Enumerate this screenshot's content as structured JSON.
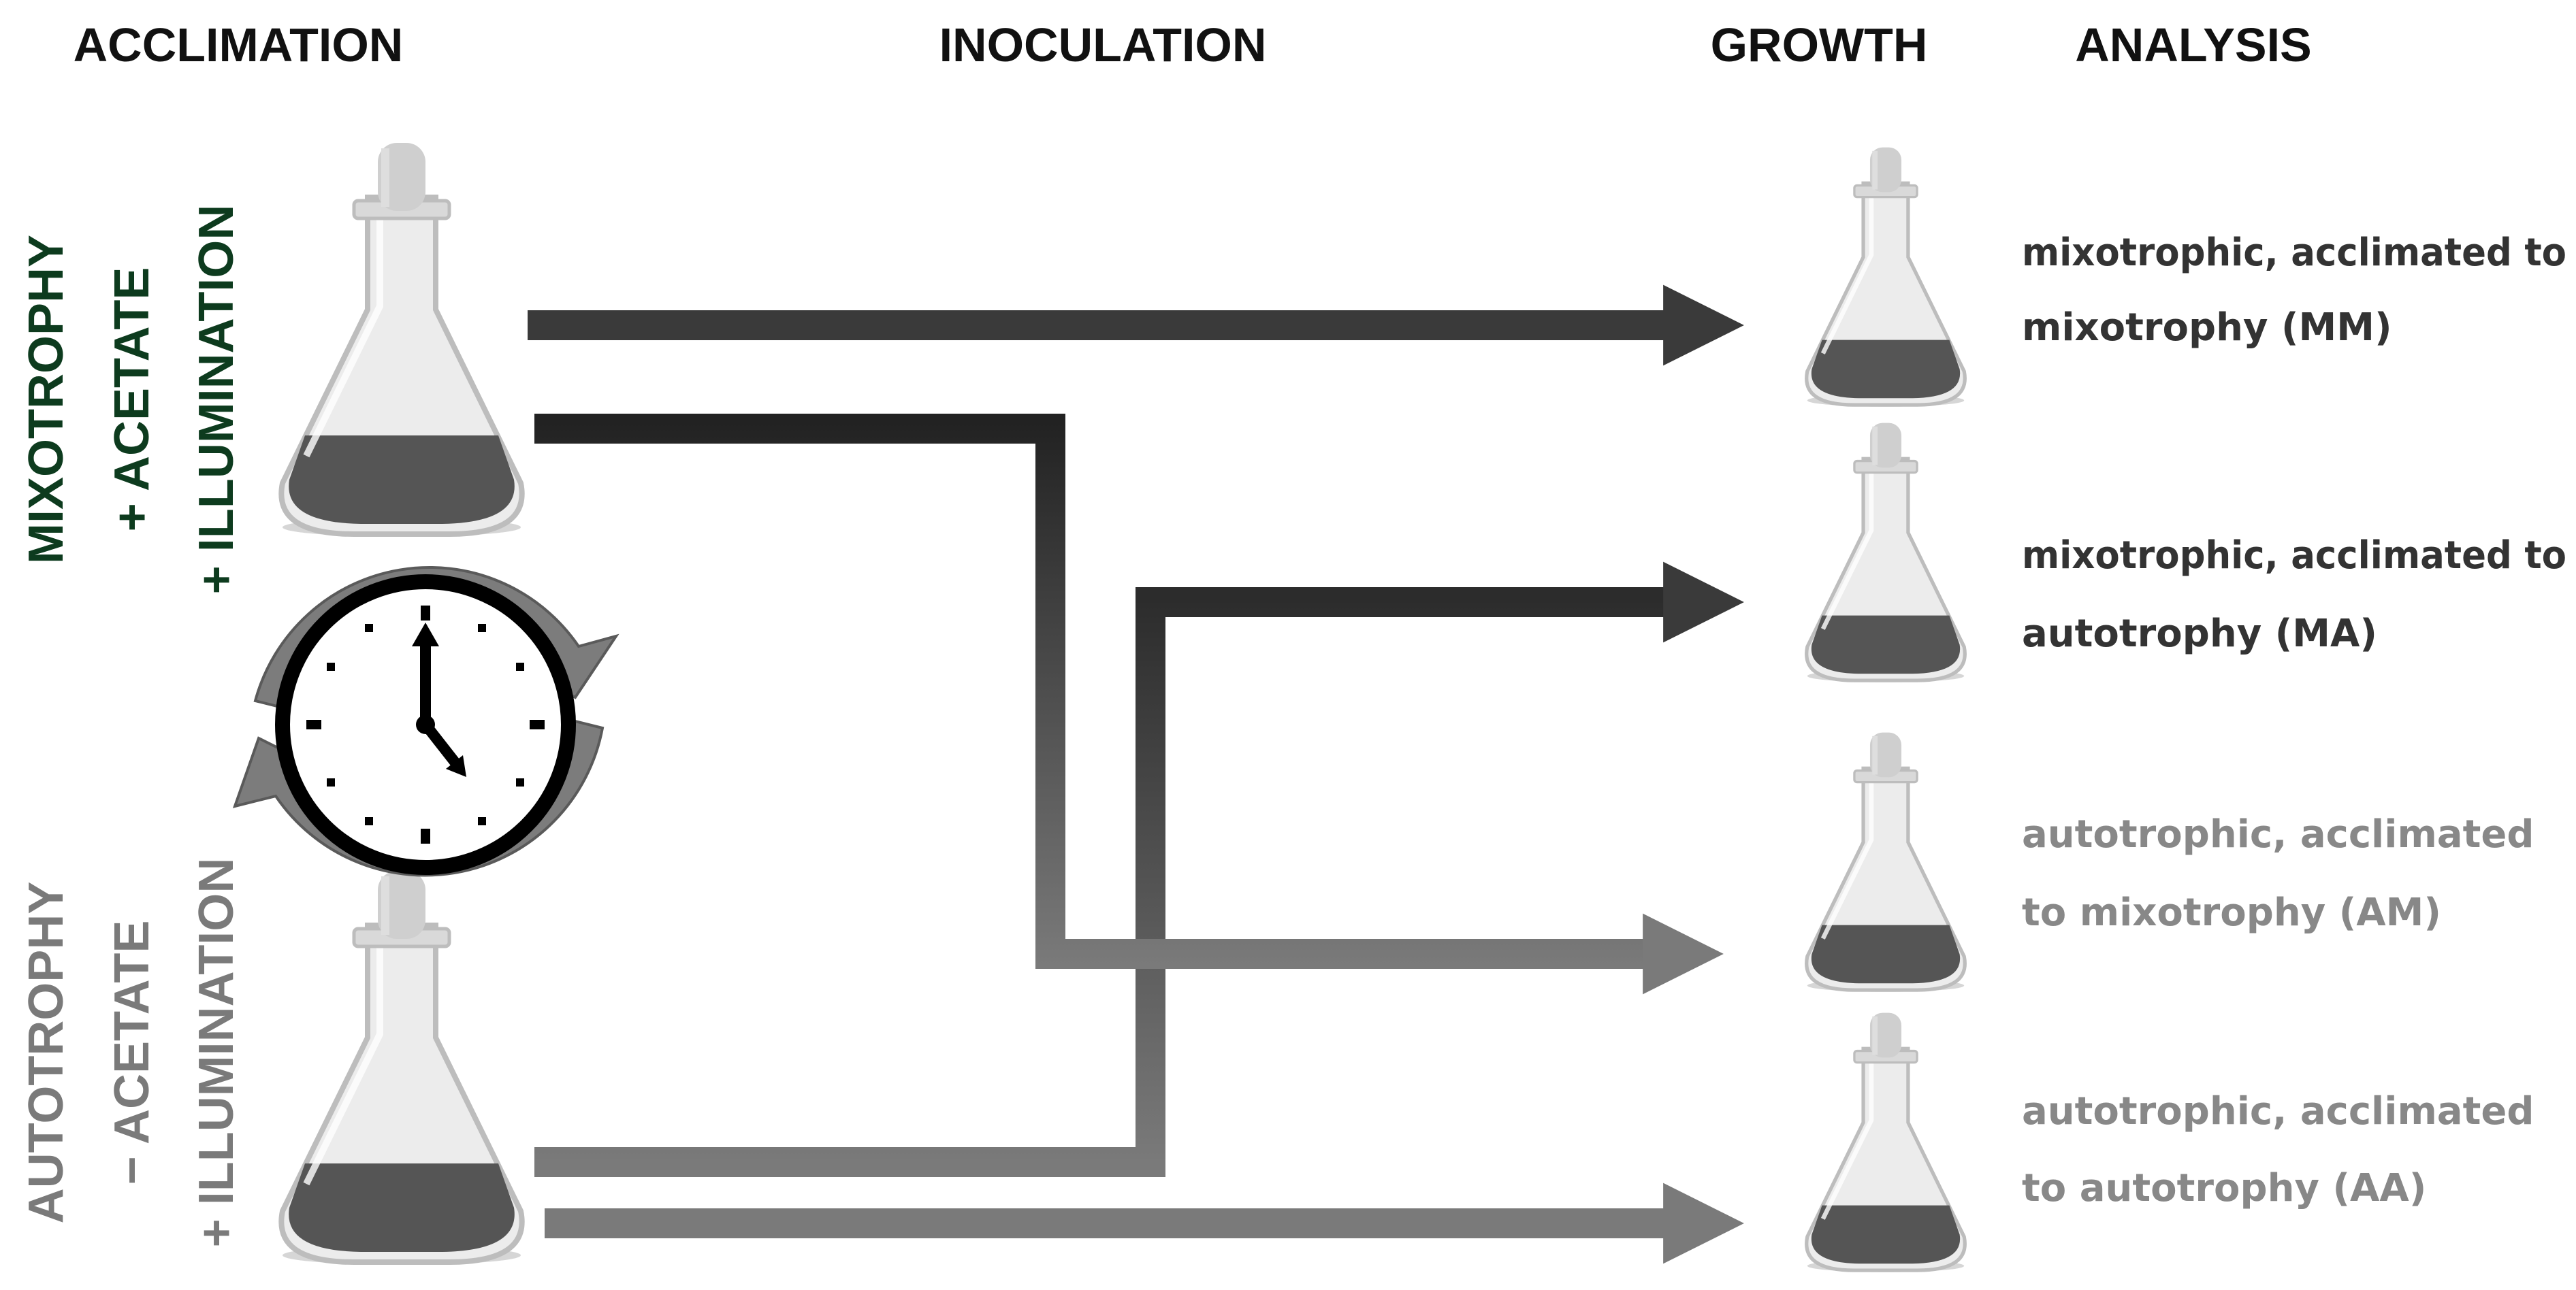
{
  "headers": {
    "acclimation": "ACCLIMATION",
    "inoculation": "INOCULATION",
    "growth": "GROWTH",
    "analysis": "ANALYSIS"
  },
  "mixotrophy": {
    "title": "MIXOTROPHY",
    "line1": "+ ACETATE",
    "line2": "+ ILLUMINATION"
  },
  "autotrophy": {
    "title": "AUTOTROPHY",
    "line1": "− ACETATE",
    "line2": "+ ILLUMINATION"
  },
  "results": [
    {
      "line1": "mixotrophic, acclimated to",
      "line2": "mixotrophy (MM)"
    },
    {
      "line1": "mixotrophic, acclimated to",
      "line2": "autotrophy (MA)"
    },
    {
      "line1": "autotrophic,  acclimated",
      "line2": "to mixotrophy (AM)"
    },
    {
      "line1": "autotrophic,  acclimated",
      "line2": "to autotrophy (AA)"
    }
  ],
  "colors": {
    "mixotrophy_label": "#0d3b1e",
    "autotrophy_label": "#7a7a7a",
    "dark_arrow": "#3a3a3a",
    "light_arrow": "#7a7a7a",
    "dark_text": "#333333",
    "light_text": "#888888"
  },
  "icons": [
    "flask-icon",
    "clock-icon",
    "cycle-arrows-icon"
  ]
}
